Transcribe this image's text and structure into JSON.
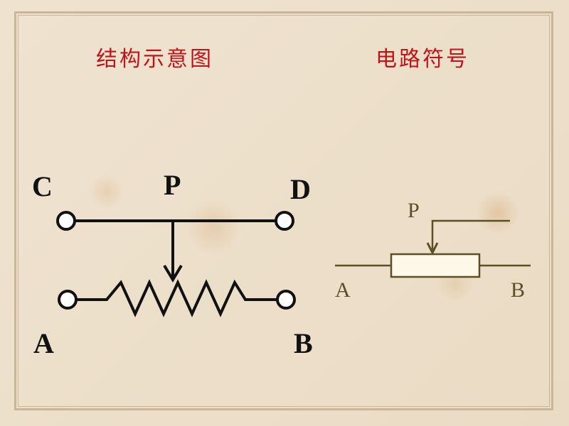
{
  "titles": {
    "structure": "结构示意图",
    "symbol": "电路符号"
  },
  "structure_labels": {
    "c": "C",
    "p": "P",
    "d": "D",
    "a": "A",
    "b": "B"
  },
  "symbol_labels": {
    "p": "P",
    "a": "A",
    "b": "B"
  },
  "colors": {
    "title": "#c0141a",
    "symbol_line": "#5a5028"
  }
}
